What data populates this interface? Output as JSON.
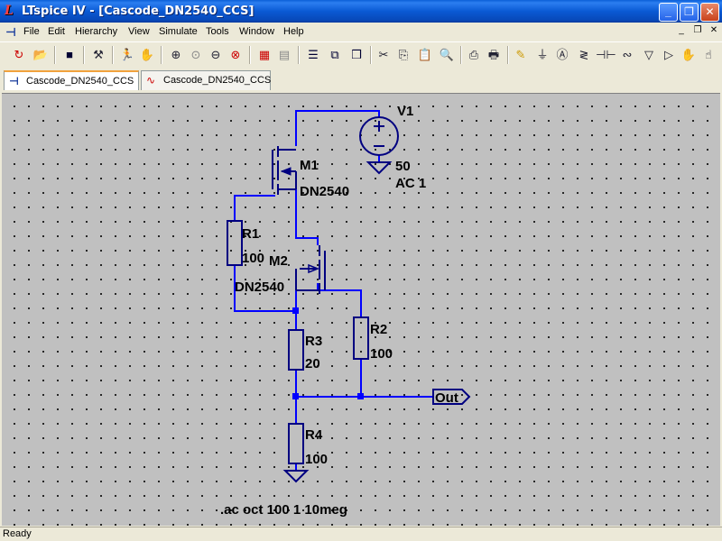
{
  "window": {
    "title": "LTspice IV - [Cascode_DN2540_CCS]"
  },
  "menu": {
    "items": [
      "File",
      "Edit",
      "Hierarchy",
      "View",
      "Simulate",
      "Tools",
      "Window",
      "Help"
    ]
  },
  "tabs": [
    {
      "label": "Cascode_DN2540_CCS",
      "icon": "schematic-icon",
      "active": true
    },
    {
      "label": "Cascode_DN2540_CCS",
      "icon": "waveform-icon",
      "active": false
    }
  ],
  "schematic": {
    "v1": {
      "name": "V1",
      "value": "50",
      "ac": "AC 1"
    },
    "m1": {
      "name": "M1",
      "model": "DN2540"
    },
    "m2": {
      "name": "M2",
      "model": "DN2540"
    },
    "r1": {
      "name": "R1",
      "value": "100"
    },
    "r2": {
      "name": "R2",
      "value": "100"
    },
    "r3": {
      "name": "R3",
      "value": "20"
    },
    "r4": {
      "name": "R4",
      "value": "100"
    },
    "out_label": "Out",
    "directive": ".ac oct 100 1 10meg"
  },
  "status": {
    "text": "Ready"
  },
  "colors": {
    "wire": "#0000ff",
    "component": "#000080",
    "canvas": "#c0c0c0",
    "title_bar": "#0a5ad4"
  }
}
